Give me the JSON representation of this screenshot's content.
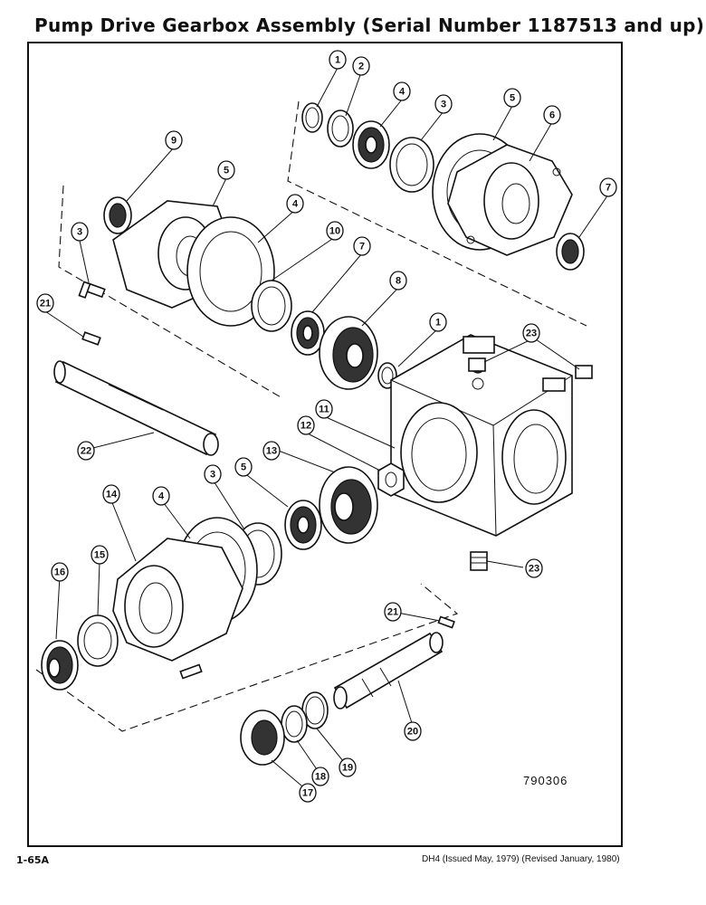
{
  "page": {
    "title": "Pump Drive Gearbox Assembly (Serial Number 1187513 and up)",
    "page_number": "1-65A",
    "publication": "DH4 (Issued May, 1979) (Revised January, 1980)",
    "figure_id": "790306"
  },
  "callouts": [
    "1",
    "2",
    "4",
    "3",
    "5",
    "6",
    "7",
    "9",
    "5",
    "3",
    "4",
    "10",
    "7",
    "8",
    "21",
    "1",
    "23",
    "11",
    "12",
    "22",
    "13",
    "5",
    "3",
    "4",
    "14",
    "15",
    "16",
    "23",
    "21",
    "20",
    "19",
    "18",
    "17"
  ]
}
